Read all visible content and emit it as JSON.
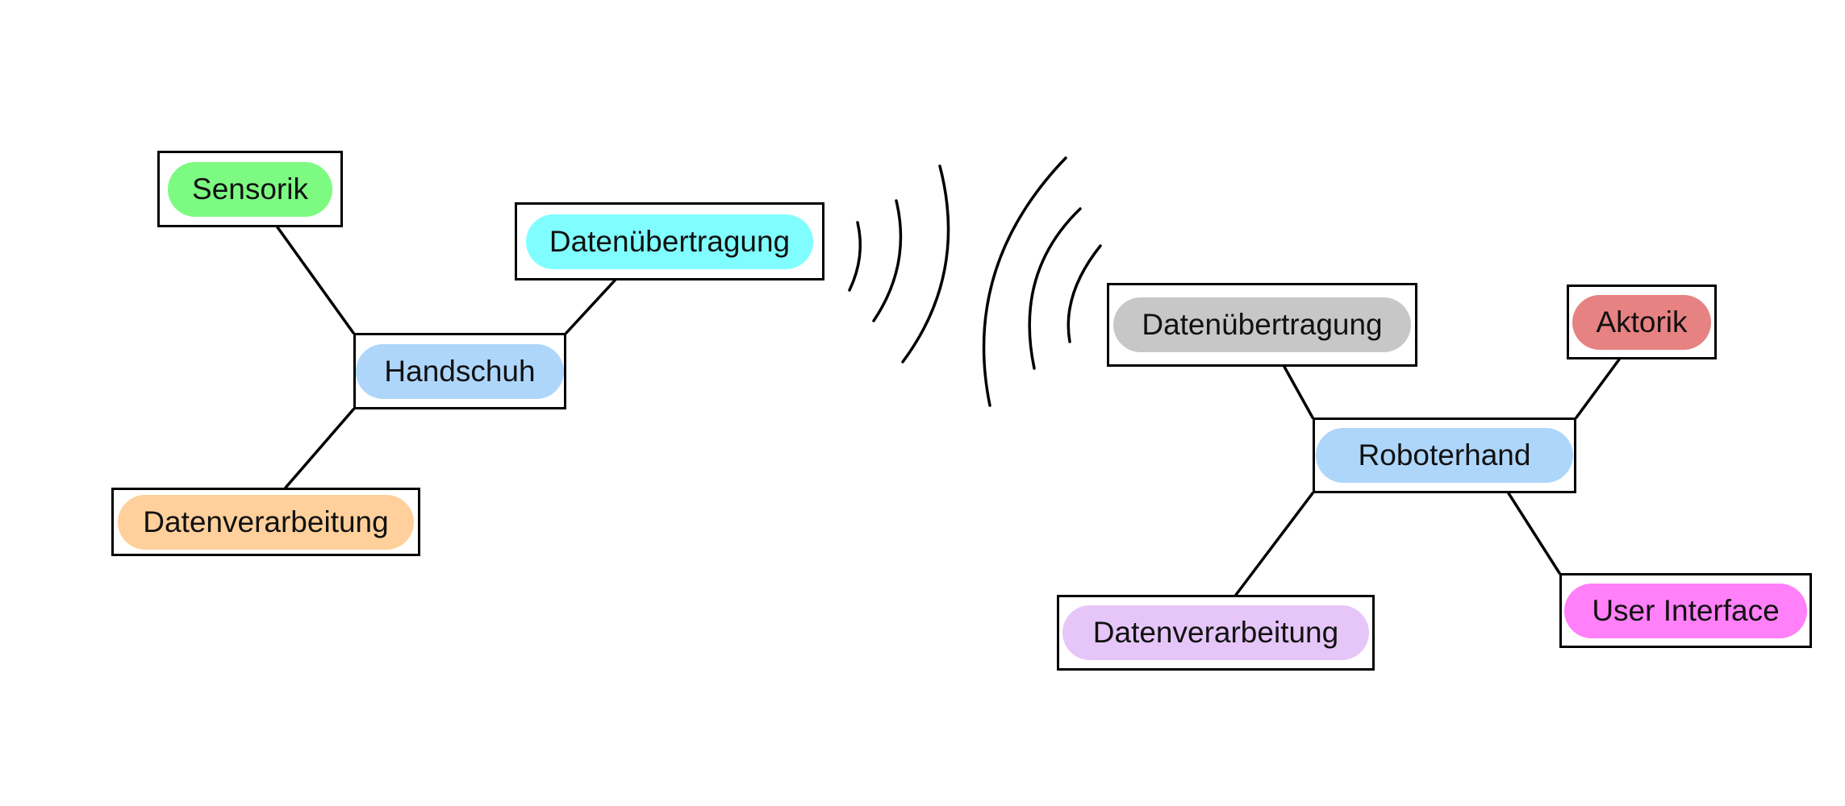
{
  "left_cluster": {
    "hub": {
      "label": "Handschuh",
      "color": "#aed6fb"
    },
    "sensorik": {
      "label": "Sensorik",
      "color": "#7dfa82"
    },
    "transfer": {
      "label": "Datenübertragung",
      "color": "#80feff"
    },
    "processing": {
      "label": "Datenverarbeitung",
      "color": "#ffd09c"
    }
  },
  "right_cluster": {
    "hub": {
      "label": "Roboterhand",
      "color": "#aed6fb"
    },
    "transfer": {
      "label": "Datenübertragung",
      "color": "#c7c7c7"
    },
    "aktorik": {
      "label": "Aktorik",
      "color": "#e78282"
    },
    "processing": {
      "label": "Datenverarbeitung",
      "color": "#e6c6f8"
    },
    "ui": {
      "label": "User Interface",
      "color": "#ff80f8"
    }
  },
  "wireless_signal": {
    "icon": "wireless-signal-icon"
  }
}
